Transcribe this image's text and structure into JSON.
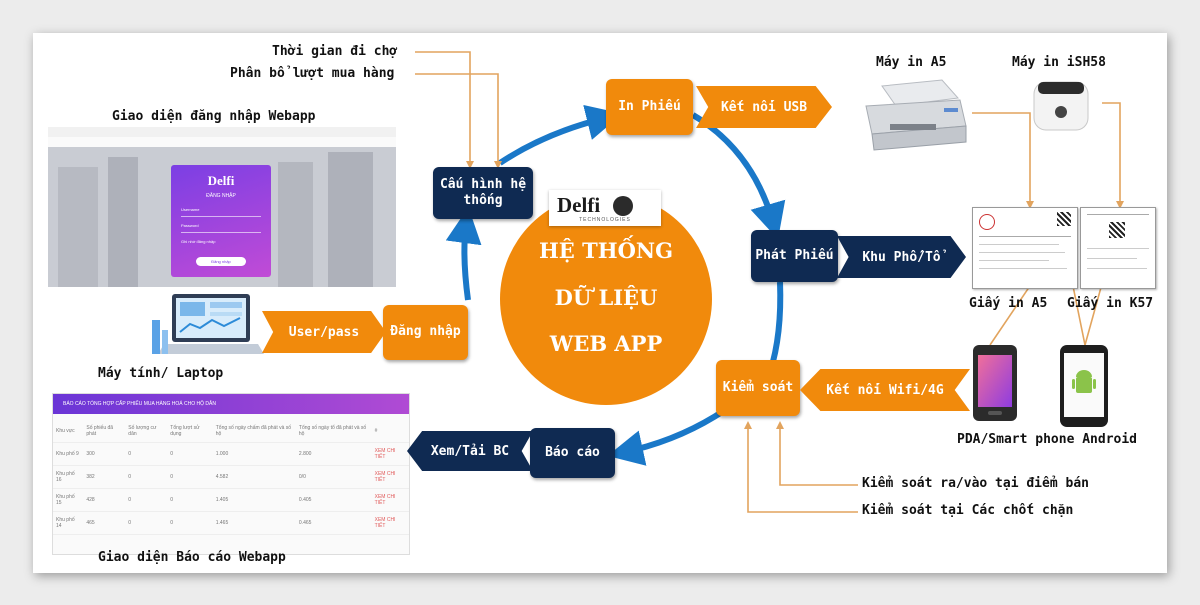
{
  "labels": {
    "thoi_gian": "Thời gian đi chợ",
    "phan_bo": "Phân bổ lượt mua hàng",
    "giao_dien_dang_nhap": "Giao diện đăng nhập Webapp",
    "may_tinh": "Máy tính/ Laptop",
    "giao_dien_bao_cao": "Giao diện Báo cáo Webapp",
    "may_in_a5": "Máy in A5",
    "may_in_ish58": "Máy in iSH58",
    "giay_in_a5": "Giấy in A5",
    "giay_in_k57": "Giấy in K57",
    "pda": "PDA/Smart phone Android",
    "ks_ra_vao": "Kiểm soát ra/vào tại điểm bán",
    "ks_chot_chan": "Kiểm soát tại Các chốt chặn"
  },
  "center": {
    "logo": "Delfi",
    "logo_sub": "TECHNOLOGIES",
    "line1": "HỆ THỐNG",
    "line2": "DỮ LIỆU",
    "line3": "WEB APP"
  },
  "nodes": {
    "in_phieu": "In Phiếu",
    "cau_hinh": "Cấu hình hệ thống",
    "phat_phieu": "Phát Phiếu",
    "dang_nhap": "Đăng nhập",
    "kiem_soat": "Kiểm soát",
    "bao_cao": "Báo cáo"
  },
  "arrows": {
    "ket_noi_usb": "Kết nối USB",
    "khu_pho": "Khu Phố/Tổ",
    "user_pass": "User/pass",
    "ket_noi_wifi": "Kết nối Wifi/4G",
    "xem_tai": "Xem/Tải BC"
  },
  "login": {
    "logo": "Delfi",
    "title": "ĐĂNG NHẬP",
    "username": "Username",
    "password": "Password",
    "remember": "Ghi nhớ đăng nhập",
    "button": "Đăng nhập"
  },
  "report": {
    "title": "BÁO CÁO TỔNG HỢP CẤP PHIẾU MUA HÀNG HOÁ CHO HỘ DÂN",
    "headers": [
      "Khu vực",
      "Số phiếu đã phát",
      "Số lượng cư dân",
      "Tổng lượt sử dụng",
      "Tổng số ngày chấm đã phát và số hộ",
      "Tổng số ngày tổ đã phát và số hộ",
      "#"
    ],
    "rows": [
      [
        "Khu phố 9",
        "300",
        "0",
        "0",
        "1.000",
        "2.800",
        "XEM CHI TIẾT"
      ],
      [
        "Khu phố 16",
        "382",
        "0",
        "0",
        "4.582",
        "0/0",
        "XEM CHI TIẾT"
      ],
      [
        "Khu phố 15",
        "428",
        "0",
        "0",
        "1.405",
        "0.405",
        "XEM CHI TIẾT"
      ],
      [
        "Khu phố 14",
        "465",
        "0",
        "0",
        "1.465",
        "0.465",
        "XEM CHI TIẾT"
      ]
    ]
  },
  "colors": {
    "orange": "#f18a0c",
    "navy": "#0f2a52",
    "blue_ring": "#1a78c8",
    "guide_line": "#e2a45e"
  }
}
